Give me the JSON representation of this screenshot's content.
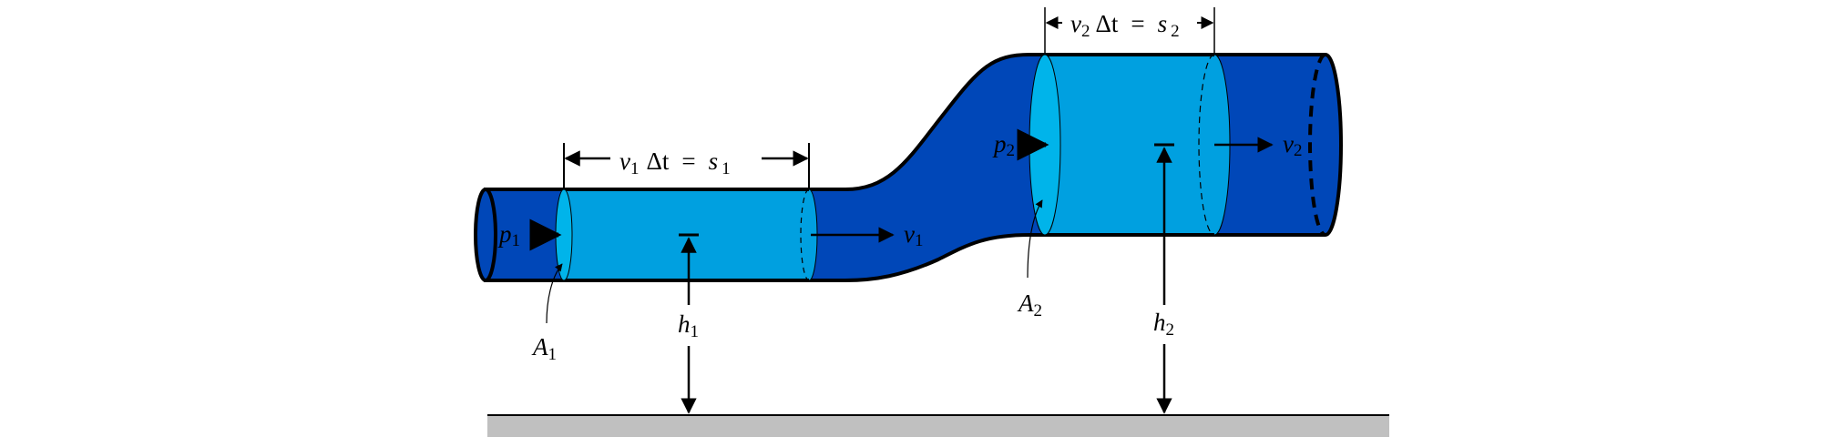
{
  "colors": {
    "pipe": "#0047b8",
    "fluid": "#00a0e0",
    "face": "#00b4ea",
    "ground": "#c0c0c0"
  },
  "labels": {
    "s1_eq": {
      "v": "v",
      "v_sub": "1",
      "dt": "Δt",
      "eq": "=",
      "s": "s",
      "s_sub": "1"
    },
    "s2_eq": {
      "v": "v",
      "v_sub": "2",
      "dt": "Δt",
      "eq": "=",
      "s": "s",
      "s_sub": "2"
    },
    "p1": {
      "main": "p",
      "sub": "1"
    },
    "p2": {
      "main": "p",
      "sub": "2"
    },
    "v1": {
      "main": "v",
      "sub": "1"
    },
    "v2": {
      "main": "v",
      "sub": "2"
    },
    "A1": {
      "main": "A",
      "sub": "1"
    },
    "A2": {
      "main": "A",
      "sub": "2"
    },
    "h1": {
      "main": "h",
      "sub": "1"
    },
    "h2": {
      "main": "h",
      "sub": "2"
    }
  }
}
